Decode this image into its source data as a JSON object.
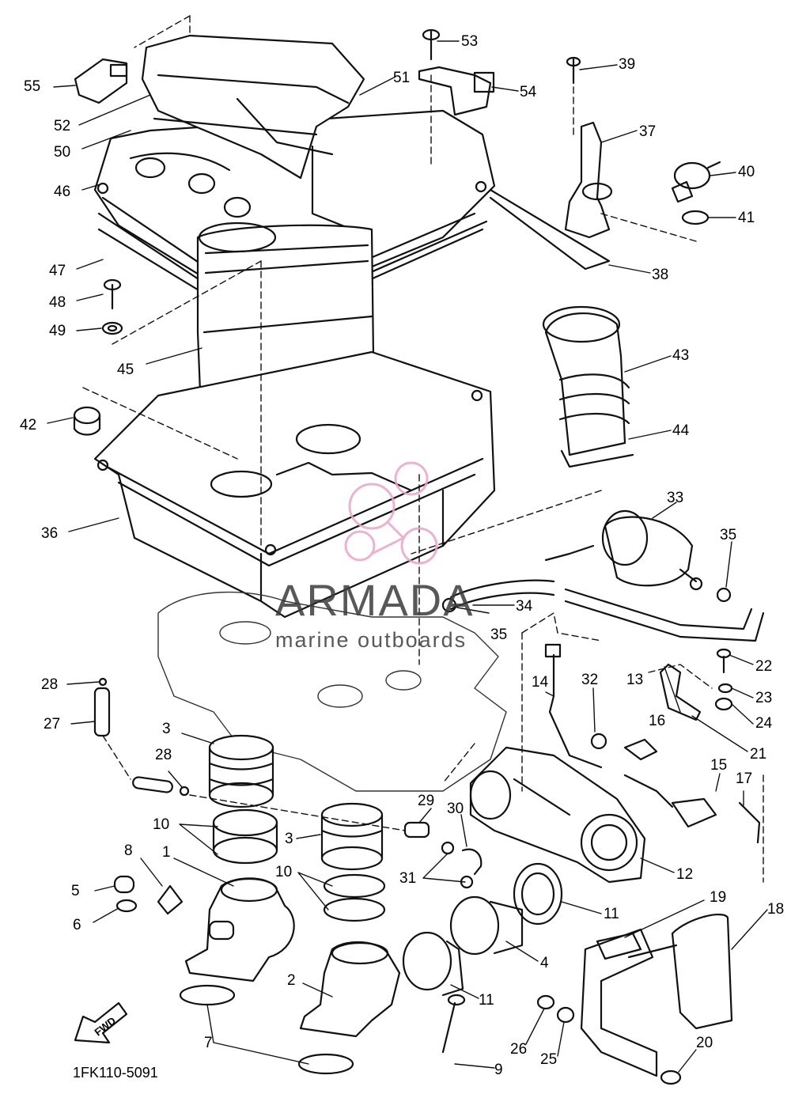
{
  "diagram": {
    "drawing_code": "1FK110-5091",
    "fwd_label": "FWD",
    "watermark": {
      "brand": "ARMADA",
      "sub": "marine outboards"
    },
    "callouts": [
      {
        "id": "c55",
        "text": "55"
      },
      {
        "id": "c52",
        "text": "52"
      },
      {
        "id": "c50",
        "text": "50"
      },
      {
        "id": "c46",
        "text": "46"
      },
      {
        "id": "c47",
        "text": "47"
      },
      {
        "id": "c48",
        "text": "48"
      },
      {
        "id": "c49",
        "text": "49"
      },
      {
        "id": "c45",
        "text": "45"
      },
      {
        "id": "c42",
        "text": "42"
      },
      {
        "id": "c36",
        "text": "36"
      },
      {
        "id": "c53",
        "text": "53"
      },
      {
        "id": "c51",
        "text": "51"
      },
      {
        "id": "c54",
        "text": "54"
      },
      {
        "id": "c39",
        "text": "39"
      },
      {
        "id": "c37",
        "text": "37"
      },
      {
        "id": "c40",
        "text": "40"
      },
      {
        "id": "c41",
        "text": "41"
      },
      {
        "id": "c38",
        "text": "38"
      },
      {
        "id": "c43",
        "text": "43"
      },
      {
        "id": "c44",
        "text": "44"
      },
      {
        "id": "c33",
        "text": "33"
      },
      {
        "id": "c35a",
        "text": "35"
      },
      {
        "id": "c34",
        "text": "34"
      },
      {
        "id": "c35b",
        "text": "35"
      },
      {
        "id": "c28a",
        "text": "28"
      },
      {
        "id": "c27",
        "text": "27"
      },
      {
        "id": "c14",
        "text": "14"
      },
      {
        "id": "c32",
        "text": "32"
      },
      {
        "id": "c13",
        "text": "13"
      },
      {
        "id": "c16",
        "text": "16"
      },
      {
        "id": "c22",
        "text": "22"
      },
      {
        "id": "c23",
        "text": "23"
      },
      {
        "id": "c24",
        "text": "24"
      },
      {
        "id": "c21",
        "text": "21"
      },
      {
        "id": "c3a",
        "text": "3"
      },
      {
        "id": "c28b",
        "text": "28"
      },
      {
        "id": "c15",
        "text": "15"
      },
      {
        "id": "c17",
        "text": "17"
      },
      {
        "id": "c29",
        "text": "29"
      },
      {
        "id": "c30",
        "text": "30"
      },
      {
        "id": "c10a",
        "text": "10"
      },
      {
        "id": "c3b",
        "text": "3"
      },
      {
        "id": "c8",
        "text": "8"
      },
      {
        "id": "c1",
        "text": "1"
      },
      {
        "id": "c31",
        "text": "31"
      },
      {
        "id": "c12",
        "text": "12"
      },
      {
        "id": "c10b",
        "text": "10"
      },
      {
        "id": "c5",
        "text": "5"
      },
      {
        "id": "c6",
        "text": "6"
      },
      {
        "id": "c19",
        "text": "19"
      },
      {
        "id": "c18",
        "text": "18"
      },
      {
        "id": "c11a",
        "text": "11"
      },
      {
        "id": "c4",
        "text": "4"
      },
      {
        "id": "c2",
        "text": "2"
      },
      {
        "id": "c11b",
        "text": "11"
      },
      {
        "id": "c7",
        "text": "7"
      },
      {
        "id": "c26",
        "text": "26"
      },
      {
        "id": "c25",
        "text": "25"
      },
      {
        "id": "c9",
        "text": "9"
      },
      {
        "id": "c20",
        "text": "20"
      }
    ]
  }
}
